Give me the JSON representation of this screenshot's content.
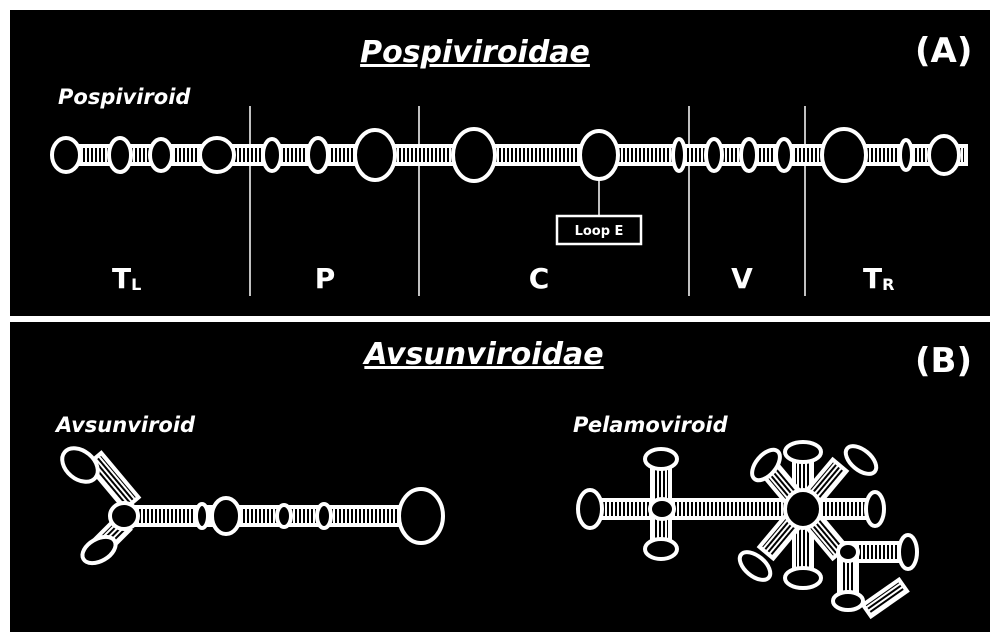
{
  "panel_a": {
    "family_title": "Pospiviroidae",
    "panel_label": "(A)",
    "genus_label": "Pospiviroid",
    "loop_label": "Loop E",
    "domains": [
      "T",
      "P",
      "C",
      "V",
      "T"
    ],
    "domain_left_sub": "L",
    "domain_right_sub": "R"
  },
  "panel_b": {
    "family_title": "Avsunviroidae",
    "panel_label": "(B)",
    "genus_left": "Avsunviroid",
    "genus_right": "Pelamoviroid"
  },
  "colors": {
    "background": "#000000",
    "foreground": "#ffffff"
  }
}
